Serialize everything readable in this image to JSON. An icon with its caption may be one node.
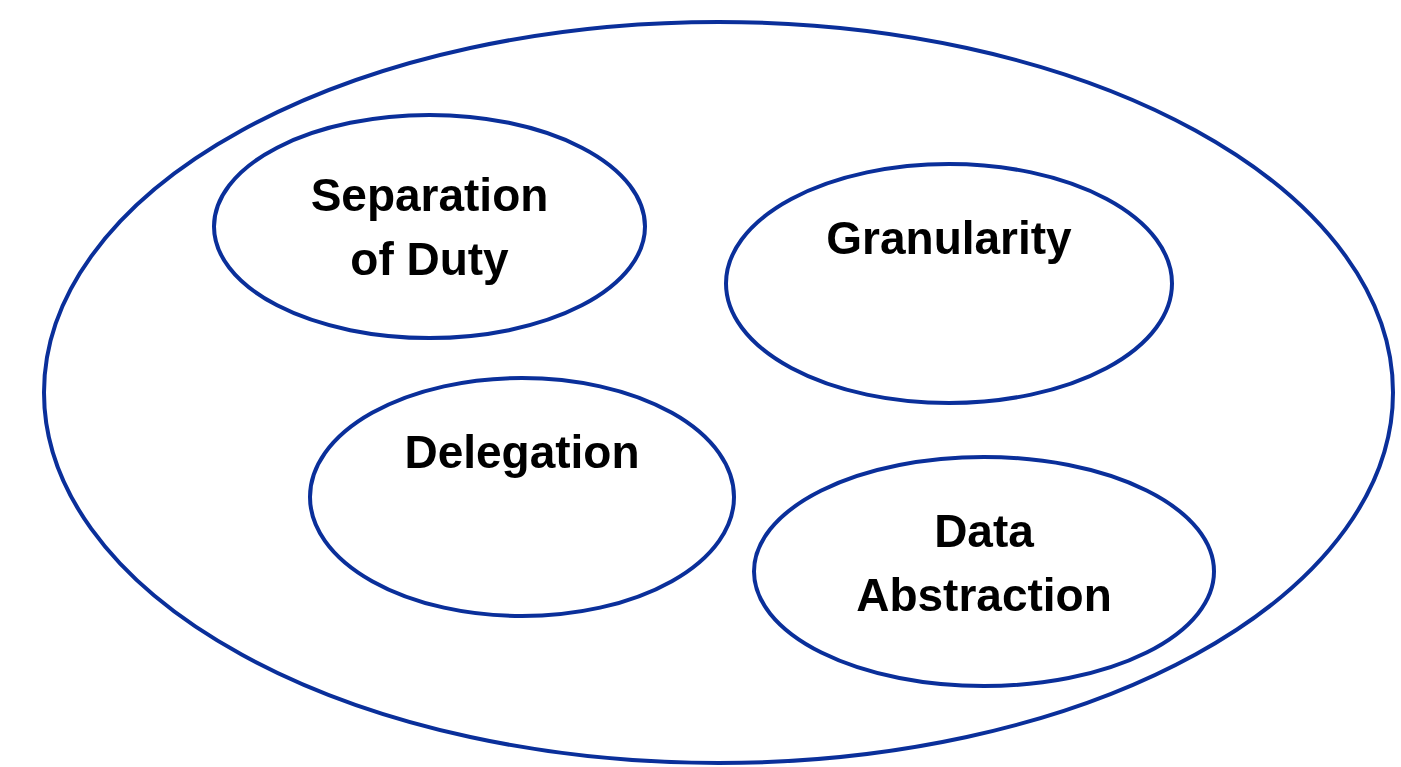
{
  "diagram": {
    "nodes": [
      {
        "text": [],
        "shape": "ellipse"
      },
      {
        "text": [
          "Separation of Duty"
        ],
        "in": 0
      },
      {
        "text": [
          "Granularity"
        ],
        "in": 0
      },
      {
        "text": [
          "Delegation"
        ],
        "in": 0
      },
      {
        "text": [
          "Data Abstraction"
        ],
        "in": 0
      }
    ],
    "edges": []
  }
}
